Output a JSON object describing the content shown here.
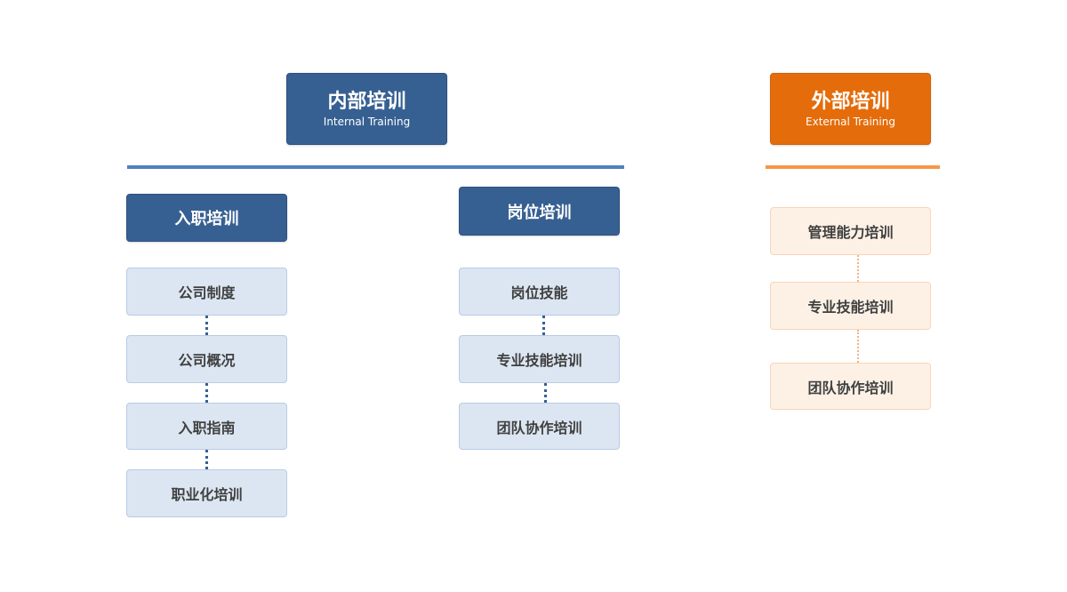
{
  "colors": {
    "internal_primary": "#376092",
    "external_primary": "#e46c0a",
    "internal_item_bg": "#dce6f2",
    "external_item_bg": "#fdf1e6",
    "internal_divider": "#4f81bd",
    "external_divider": "#f79646"
  },
  "internal": {
    "title": "内部培训",
    "subtitle": "Internal Training",
    "onboarding": {
      "title": "入职培训",
      "items": [
        "公司制度",
        "公司概况",
        "入职指南",
        "职业化培训"
      ]
    },
    "position": {
      "title": "岗位培训",
      "items": [
        "岗位技能",
        "专业技能培训",
        "团队协作培训"
      ]
    }
  },
  "external": {
    "title": "外部培训",
    "subtitle": "External Training",
    "items": [
      "管理能力培训",
      "专业技能培训",
      "团队协作培训"
    ]
  }
}
